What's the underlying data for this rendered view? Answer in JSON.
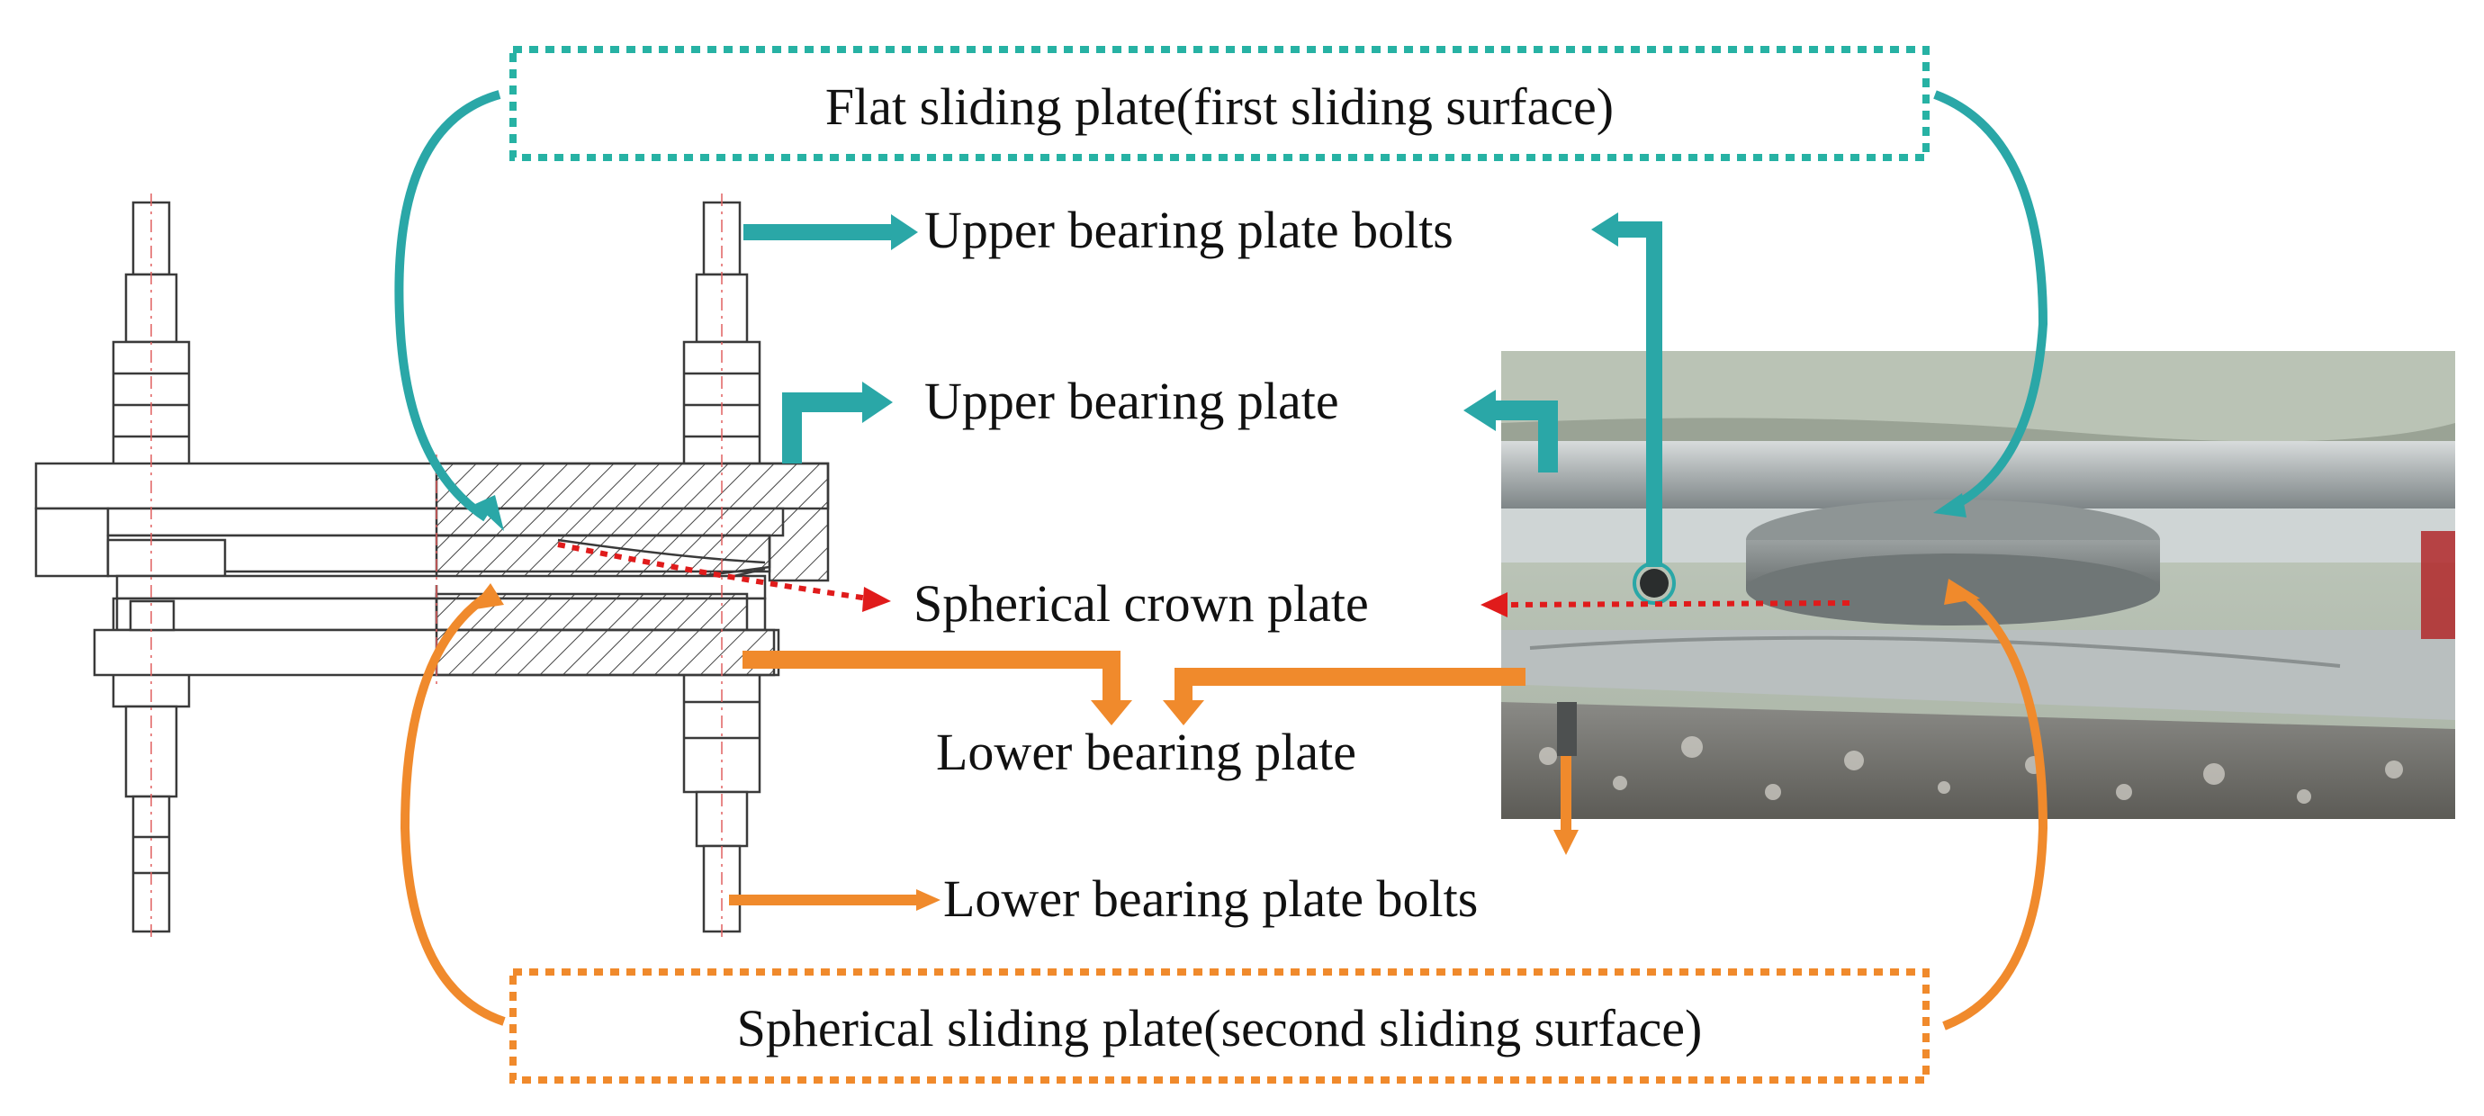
{
  "labels": {
    "flat_sliding_plate": "Flat sliding plate(first sliding surface)",
    "upper_bolts": "Upper bearing plate bolts",
    "upper_plate": "Upper bearing plate",
    "spherical_crown": "Spherical crown plate",
    "lower_plate": "Lower bearing plate",
    "lower_bolts": "Lower bearing plate bolts",
    "spherical_sliding_plate": "Spherical sliding plate(second sliding surface)"
  },
  "colors": {
    "teal": "#2aa7a7",
    "teal_box": "#27b2a4",
    "orange": "#f08a2c",
    "red": "#e01b1b",
    "line": "#3a3a3a",
    "centerline": "#e06060"
  }
}
